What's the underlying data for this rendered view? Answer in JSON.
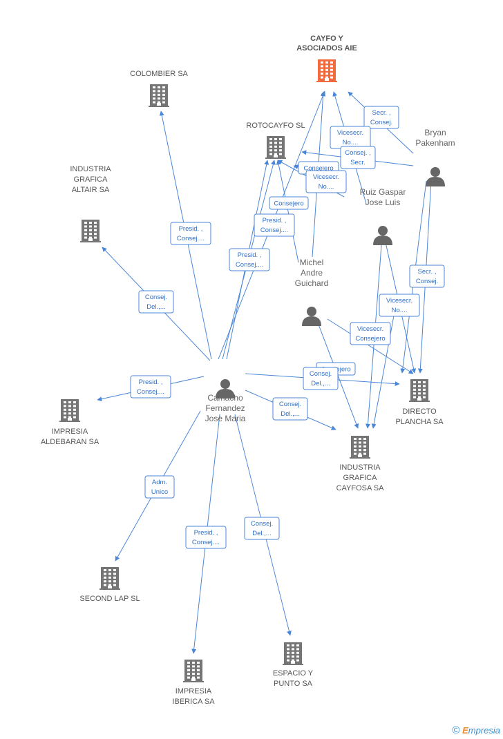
{
  "focus_company": {
    "lines": [
      "CAYFO Y",
      "ASOCIADOS AIE"
    ],
    "color": "#f26a3d"
  },
  "companies": [
    {
      "id": "colombier",
      "lines": [
        "COLOMBIER SA"
      ]
    },
    {
      "id": "rotocayfo",
      "lines": [
        "ROTOCAYFO SL"
      ]
    },
    {
      "id": "altair",
      "lines": [
        "INDUSTRIA",
        "GRAFICA",
        "ALTAIR SA"
      ]
    },
    {
      "id": "aldebaran",
      "lines": [
        "IMPRESIA",
        "ALDEBARAN SA"
      ]
    },
    {
      "id": "directo",
      "lines": [
        "DIRECTO",
        "PLANCHA SA"
      ]
    },
    {
      "id": "cayfosa",
      "lines": [
        "INDUSTRIA",
        "GRAFICA",
        "CAYFOSA SA"
      ]
    },
    {
      "id": "secondlap",
      "lines": [
        "SECOND LAP SL"
      ]
    },
    {
      "id": "iberica",
      "lines": [
        "IMPRESIA",
        "IBERICA SA"
      ]
    },
    {
      "id": "espacio",
      "lines": [
        "ESPACIO Y",
        "PUNTO SA"
      ]
    }
  ],
  "persons": [
    {
      "id": "bryan",
      "lines": [
        "Bryan",
        "Pakenham"
      ]
    },
    {
      "id": "ruiz",
      "lines": [
        "Ruiz Gaspar",
        "Jose Luis"
      ]
    },
    {
      "id": "michel",
      "lines": [
        "Michel",
        "Andre",
        "Guichard"
      ]
    },
    {
      "id": "camacho",
      "lines": [
        "Camacho",
        "Fernandez",
        "Jose Maria"
      ]
    }
  ],
  "edge_labels": [
    {
      "id": "e1",
      "lines": [
        "Secr. ,",
        "Consej."
      ]
    },
    {
      "id": "e2",
      "lines": [
        "Vicesecr.",
        "No...."
      ]
    },
    {
      "id": "e3",
      "lines": [
        "Consej. ,",
        "Secr."
      ]
    },
    {
      "id": "e4",
      "lines": [
        "Consejero"
      ]
    },
    {
      "id": "e5",
      "lines": [
        "Vicesecr.",
        "No...."
      ]
    },
    {
      "id": "e6",
      "lines": [
        "Consejero"
      ]
    },
    {
      "id": "e7",
      "lines": [
        "Presid. ,",
        "Consej...."
      ]
    },
    {
      "id": "e8",
      "lines": [
        "Presid. ,",
        "Consej...."
      ]
    },
    {
      "id": "e9",
      "lines": [
        "Presid. ,",
        "Consej...."
      ]
    },
    {
      "id": "e10",
      "lines": [
        "Consej.",
        "Del.,..."
      ]
    },
    {
      "id": "e11",
      "lines": [
        "Secr. ,",
        "Consej."
      ]
    },
    {
      "id": "e12",
      "lines": [
        "Vicesecr.",
        "No...."
      ]
    },
    {
      "id": "e13",
      "lines": [
        "Vicesecr.",
        "Consejero"
      ]
    },
    {
      "id": "e14",
      "lines": [
        "Consejero"
      ]
    },
    {
      "id": "e15",
      "lines": [
        "Consej.",
        "Del.,..."
      ]
    },
    {
      "id": "e16",
      "lines": [
        "Presid. ,",
        "Consej...."
      ]
    },
    {
      "id": "e17",
      "lines": [
        "Consej.",
        "Del.,..."
      ]
    },
    {
      "id": "e18",
      "lines": [
        "Adm.",
        "Unico"
      ]
    },
    {
      "id": "e19",
      "lines": [
        "Presid. ,",
        "Consej...."
      ]
    },
    {
      "id": "e20",
      "lines": [
        "Consej.",
        "Del.,..."
      ]
    }
  ],
  "footer": {
    "copyright_symbol": "©",
    "brand_initial": "E",
    "brand_rest": "mpresia"
  },
  "colors": {
    "edge": "#4a86d8",
    "building": "#757575",
    "focus": "#f26a3d",
    "person": "#666666"
  }
}
